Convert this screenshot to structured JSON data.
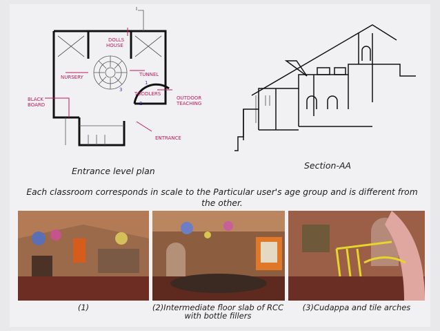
{
  "plan": {
    "caption": "Entrance level plan",
    "labels": {
      "dolls": "DOLLS",
      "house": "HOUSE",
      "nursery": "NURSERY",
      "tunnel": "TUNNEL",
      "toddlers": "TODDLERS",
      "outdoor": "OUTDOOR",
      "teaching": "TEACHING",
      "black": "BLACK",
      "board": "BOARD",
      "entrance": "ENTRANCE",
      "n1": "1",
      "n2": "2",
      "n3": "3"
    }
  },
  "section": {
    "caption": "Section-AA"
  },
  "description": "Each classroom corresponds in scale to the Particular user's age group and is different from the other.",
  "photos": [
    {
      "caption": "(1)"
    },
    {
      "caption": "(2)Intermediate floor slab of RCC with bottle fillers"
    },
    {
      "caption": "(3)Cudappa and tile arches"
    }
  ]
}
